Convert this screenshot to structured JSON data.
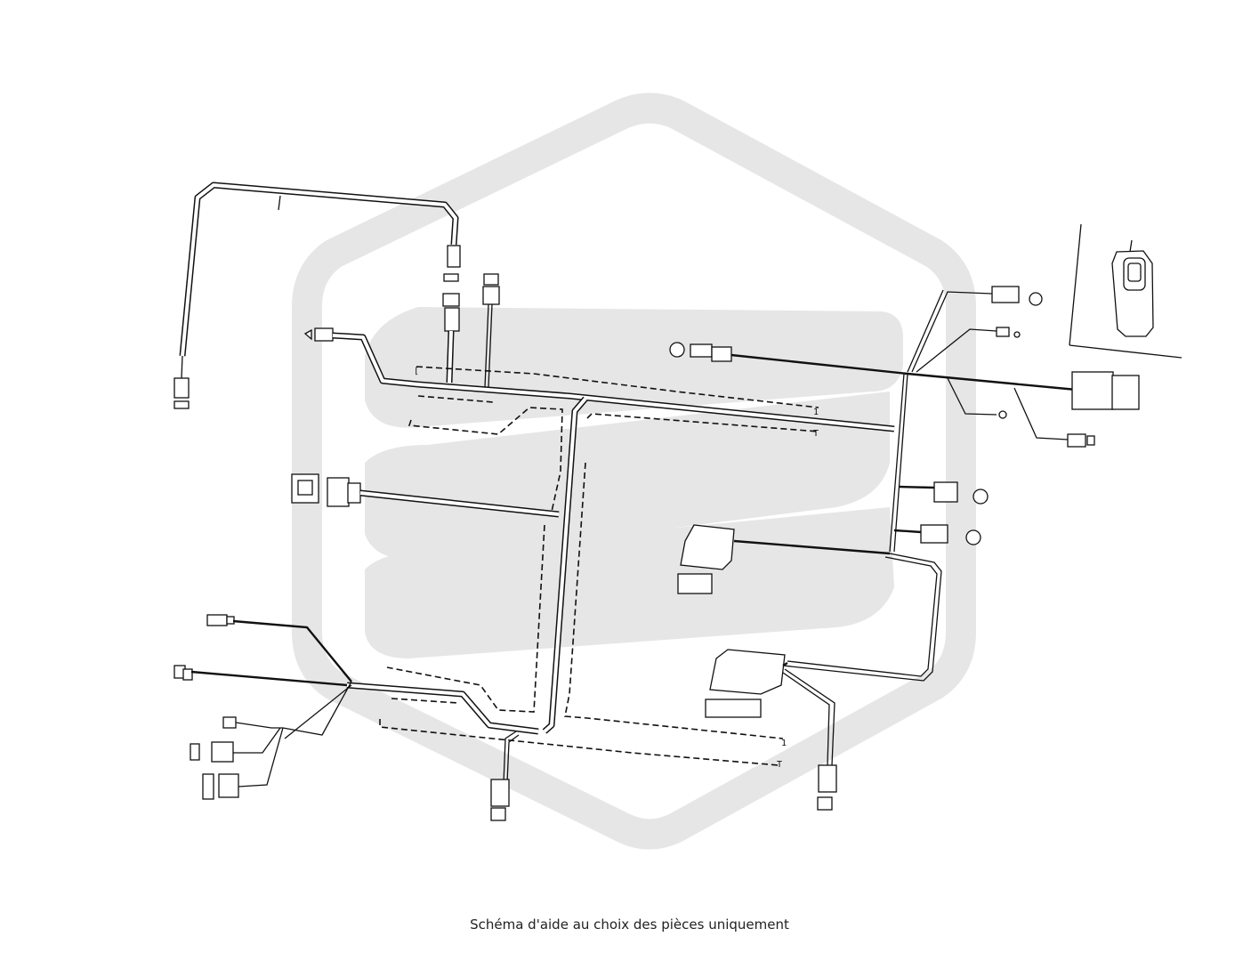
{
  "caption": "Schéma d'aide au choix des pièces uniquement",
  "watermark": {
    "shape": "hexagon-logo",
    "color": "#e6e6e6"
  },
  "diagram": {
    "subject": "wiring-harness",
    "line_color": "#111111",
    "background": "#ffffff"
  }
}
